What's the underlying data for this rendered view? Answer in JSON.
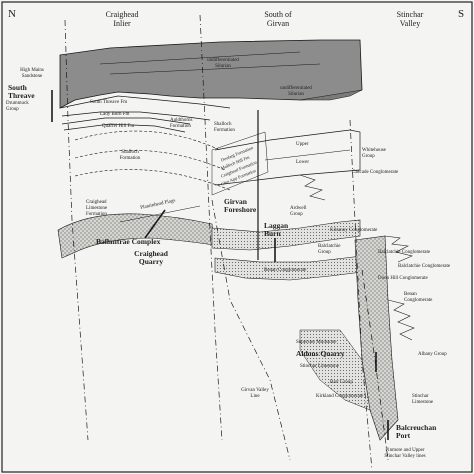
{
  "header": {
    "north": "N",
    "south": "S",
    "craighead_inlier": "Craighead\nInlier",
    "south_of_girvan": "South of\nGirvan",
    "stinchar_valley": "Stinchar\nValley"
  },
  "labels": {
    "undiff_silurian_top": "undifferentiated\nSilurian",
    "undiff_silurian_right": "undifferentiated\nSilurian",
    "high_mains": "High Mains\nSandstone",
    "south_threave": "South\nThreave",
    "drummuck": "Drummuck\nGroup",
    "south_threave_fm": "South Threave Fm",
    "lady_burn_fm": "Lady Burn Fm",
    "quarrel_hill_fm": "Quarrel Hill Fm",
    "auldthorns": "Auldthorns\nFormation",
    "shalloch_left": "Shalloch\nFormation",
    "shalloch_mid": "Shalloch\nFormation",
    "upper": "Upper",
    "lower": "Lower",
    "whitehouse": "Whitehouse\nGroup",
    "cascade": "Cascade Conglomerate",
    "girvan_foreshore": "Girvan\nForeshore",
    "ardwell": "Ardwell\nGroup",
    "craighead_limestone": "Craighead\nLimestone\nFormation",
    "plantinhead": "Plantinhead Flags",
    "ballantrae": "Ballantrae Complex",
    "craighead_quarry": "Craighead\nQuarry",
    "laggan_burn": "Laggan\nBurn",
    "kilranny": "Kilranny Conglomerate",
    "balclatchie_group": "Balclatchie\nGroup",
    "balclatchie_congl": "Balclatchie Conglomerate",
    "balclatchie_congl2": "Balclatchie Conglomerate",
    "doon_hill": "Doon Hill Conglomerate",
    "benan_congl_mid": "Benan Conglomerate",
    "benan_right": "Benan\nConglomerate",
    "superstes": "Superstes Mudstone",
    "aldons_quarry": "Aldons Quarry",
    "stinchar_limestone_left": "Stinchar Limestone",
    "albany": "Albany Group",
    "barr": "Barr Group",
    "kirkland": "Kirkland Conglomerate",
    "stinchar_limestone_right": "Stinchar\nLimestone",
    "balcreuchan": "Balcreuchan\nPort",
    "pinmore": "Pinmore and Upper\nStinchar Valley lines",
    "girvan_valley_line": "Girvan Valley\nLine",
    "wavy_1": "Doularg Formation",
    "wavy_2": "Mulloch Hill Fm",
    "wavy_3": "Craighead Formation",
    "wavy_4": "Glen App Formation"
  },
  "colors": {
    "silurian_fill": "#8c8c8c",
    "ink": "#1a1a1a",
    "conglomerate_fill": "#c8c8c4",
    "paper": "#f4f4f2"
  }
}
